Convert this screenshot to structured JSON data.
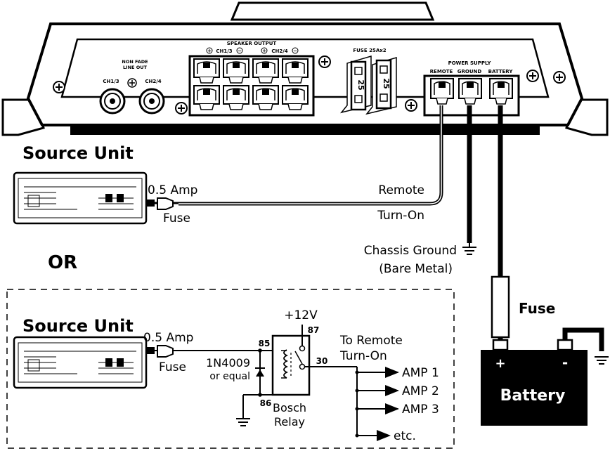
{
  "amplifier": {
    "speaker_output_label": "SPEAKER OUTPUT",
    "speaker_ch1_label": "CH1/3",
    "speaker_ch2_label": "CH2/4",
    "plus_symbol": "+",
    "minus_symbol": "−",
    "non_fade_line1": "NON FADE",
    "non_fade_line2": "LINE OUT",
    "rca_ch1_label": "CH1/3",
    "rca_ch2_label": "CH2/4",
    "fuse_label": "FUSE 25Ax2",
    "fuse_value": "25",
    "power_supply_label": "POWER SUPPLY",
    "remote_label": "REMOTE",
    "ground_label": "GROUND",
    "battery_label": "BATTERY"
  },
  "top_source": {
    "title": "Source Unit",
    "fuse_amp": "0.5 Amp",
    "fuse_label": "Fuse",
    "remote_line1": "Remote",
    "remote_line2": "Turn-On"
  },
  "ground": {
    "line1": "Chassis Ground",
    "line2": "(Bare Metal)"
  },
  "or_label": "OR",
  "battery": {
    "fuse_label": "Fuse",
    "label": "Battery",
    "plus": "+",
    "minus": "-"
  },
  "relay_section": {
    "title": "Source Unit",
    "fuse_amp": "0.5 Amp",
    "fuse_label": "Fuse",
    "v12_label": "+12V",
    "pin85": "85",
    "pin86": "86",
    "pin87": "87",
    "pin30": "30",
    "diode_line1": "1N4009",
    "diode_line2": "or equal",
    "relay_line1": "Bosch",
    "relay_line2": "Relay",
    "to_remote_line1": "To Remote",
    "to_remote_line2": "Turn-On",
    "outputs": [
      "AMP 1",
      "AMP 2",
      "AMP 3",
      "etc."
    ]
  }
}
